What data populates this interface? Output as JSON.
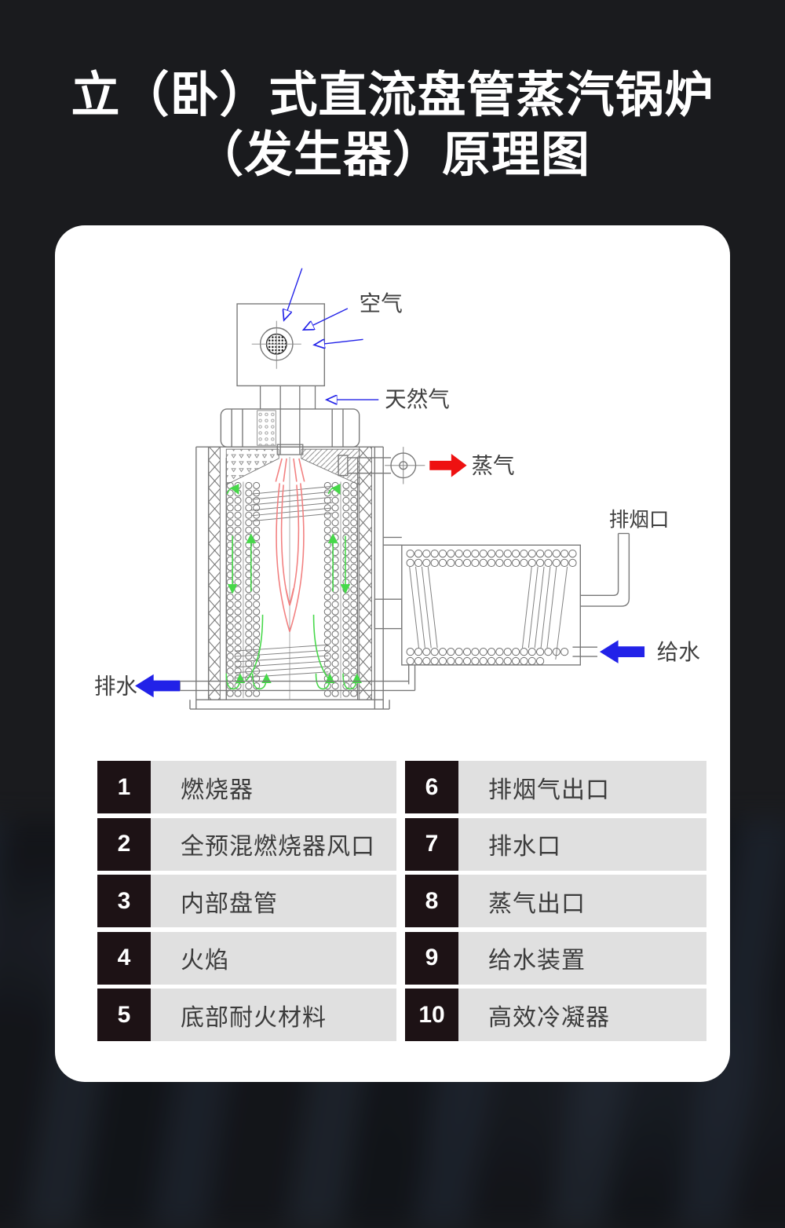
{
  "title": {
    "line1": "立（卧）式直流盘管蒸汽锅炉",
    "line2": "（发生器）原理图"
  },
  "diagram": {
    "labels": {
      "air": "空气",
      "gas": "天然气",
      "steam": "蒸气",
      "flue": "排烟口",
      "feedwater": "给水",
      "drain": "排水"
    },
    "colors": {
      "annotation_blue": "#2222e8",
      "steam_arrow_red": "#ee1111",
      "flame_red": "#f28080",
      "flow_green": "#46d849",
      "cad_line_gray": "#787878"
    }
  },
  "legend": {
    "columns": [
      {
        "items": [
          {
            "num": "1",
            "label": "燃烧器"
          },
          {
            "num": "2",
            "label": "全预混燃烧器风口"
          },
          {
            "num": "3",
            "label": "内部盘管"
          },
          {
            "num": "4",
            "label": "火焰"
          },
          {
            "num": "5",
            "label": "底部耐火材料"
          }
        ]
      },
      {
        "items": [
          {
            "num": "6",
            "label": "排烟气出口"
          },
          {
            "num": "7",
            "label": "排水口"
          },
          {
            "num": "8",
            "label": "蒸气出口"
          },
          {
            "num": "9",
            "label": "给水装置"
          },
          {
            "num": "10",
            "label": "高效冷凝器"
          }
        ]
      }
    ]
  }
}
